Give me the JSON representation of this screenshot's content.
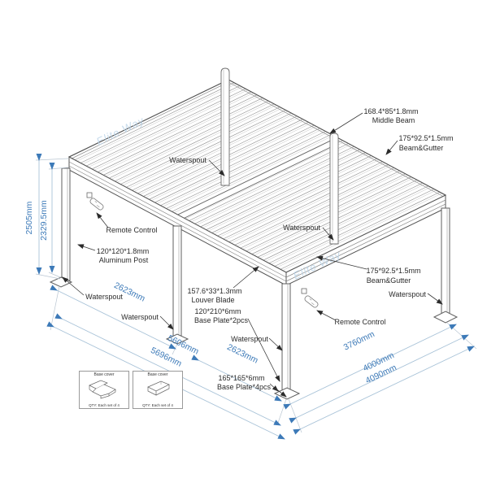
{
  "watermark": "Elite Way",
  "colors": {
    "dimension_blue": "#3d7ab8",
    "dimension_line": "#a9c3d8",
    "line_gray": "#5f5f5f",
    "slat_gray": "#9a9a9a",
    "watermark_blue": "#bdd5e9",
    "label_black": "#2b2b2b",
    "background": "#ffffff"
  },
  "labels": {
    "waterspout": "Waterspout",
    "remote_control": "Remote Control",
    "middle_beam_spec": "168.4*85*1.8mm",
    "middle_beam": "Middle Beam",
    "beam_gutter_spec": "175*92.5*1.5mm",
    "beam_gutter": "Beam&Gutter",
    "aluminum_post_spec": "120*120*1.8mm",
    "aluminum_post": "Aluminum Post",
    "louver_blade_spec": "157.6*33*1.3mm",
    "louver_blade": "Louver Blade",
    "base_plate2_spec": "120*210*6mm",
    "base_plate2": "Base Plate*2pcs",
    "base_plate4_spec": "165*165*6mm",
    "base_plate4": "Base Plate*4pcs"
  },
  "dimensions": {
    "height_outer": "2505mm",
    "height_inner": "2329.5mm",
    "bay_left": "2623mm",
    "bay_right": "2623mm",
    "front_inner": "5606mm",
    "front_outer": "5696mm",
    "side_inner": "3760mm",
    "side_mid": "4000mm",
    "side_outer": "4090mm"
  },
  "detail_boxes": [
    {
      "title": "Base cover",
      "qty": "QTY:  Each set of 4"
    },
    {
      "title": "Base cover",
      "qty": "QTY:  Each set of 4"
    }
  ]
}
